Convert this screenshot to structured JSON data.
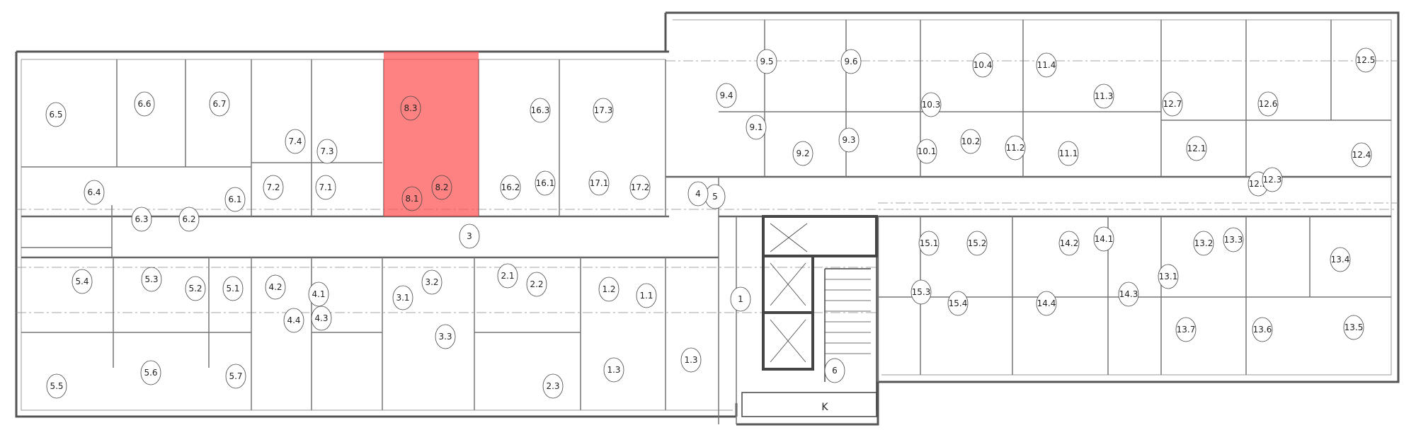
{
  "plan": {
    "highlight_color": "#ff4d4d",
    "highlighted_unit": [
      "8.1",
      "8.2",
      "8.3"
    ],
    "room_labels": [
      "6.5",
      "6.6",
      "6.7",
      "7.4",
      "7.3",
      "8.3",
      "16.3",
      "17.3",
      "6.4",
      "6.1",
      "7.2",
      "7.1",
      "8.1",
      "8.2",
      "16.2",
      "16.1",
      "17.1",
      "17.2",
      "6.3",
      "6.2",
      "3",
      "5",
      "4",
      "5.4",
      "5.3",
      "5.2",
      "5.1",
      "4.2",
      "4.1",
      "3.1",
      "3.2",
      "2.1",
      "2.2",
      "1.2",
      "1.1",
      "1",
      "4.4",
      "4.3",
      "3.3",
      "5.5",
      "5.6",
      "5.7",
      "2.3",
      "1.3",
      "1.3",
      "6",
      "9.5",
      "9.6",
      "10.4",
      "11.4",
      "12.5",
      "9.4",
      "10.3",
      "11.3",
      "12.7",
      "12.6",
      "9.1",
      "9.2",
      "9.3",
      "10.1",
      "10.2",
      "11.2",
      "11.1",
      "12.1",
      "12.4",
      "12.2",
      "12.3",
      "15.1",
      "15.2",
      "14.2",
      "14.1",
      "13.2",
      "13.3",
      "13.4",
      "13.1",
      "15.3",
      "15.4",
      "14.4",
      "14.3",
      "13.7",
      "13.6",
      "13.5"
    ],
    "stair_marker": "K"
  }
}
